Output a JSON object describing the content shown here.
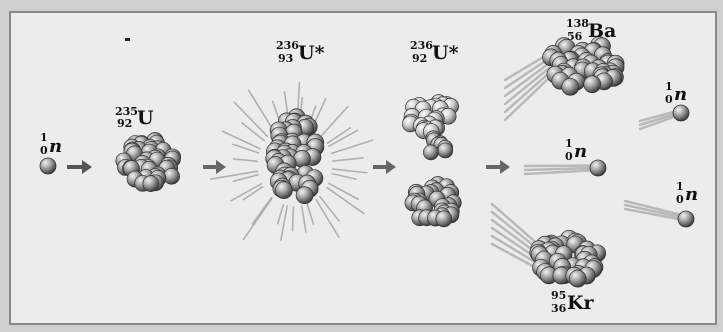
{
  "labels": {
    "neutron_in": {
      "mass": "1",
      "charge": "0",
      "symbol": "n"
    },
    "u235": {
      "mass": "235",
      "charge": "92",
      "symbol": "U"
    },
    "u236_a": {
      "mass": "236",
      "charge": "93",
      "symbol": "U*"
    },
    "u236_b": {
      "mass": "236",
      "charge": "92",
      "symbol": "U*"
    },
    "ba": {
      "mass": "138",
      "charge": "56",
      "symbol": "Ba"
    },
    "kr": {
      "mass": "95",
      "charge": "36",
      "symbol": "Kr"
    },
    "n_mid": {
      "mass": "1",
      "charge": "0",
      "symbol": "n"
    },
    "n_top": {
      "mass": "1",
      "charge": "0",
      "symbol": "n"
    },
    "n_bot": {
      "mass": "1",
      "charge": "0",
      "symbol": "n"
    }
  },
  "colors": {
    "background": "#d9d9d9",
    "panel": "#ececec",
    "nucleon_light": "#e0e0e0",
    "nucleon_mid": "#9a9a9a",
    "nucleon_dark": "#4a4a4a",
    "border": "#666666"
  },
  "icons": [
    "arrow-icon",
    "spike-burst-icon",
    "motion-trail-icon"
  ]
}
